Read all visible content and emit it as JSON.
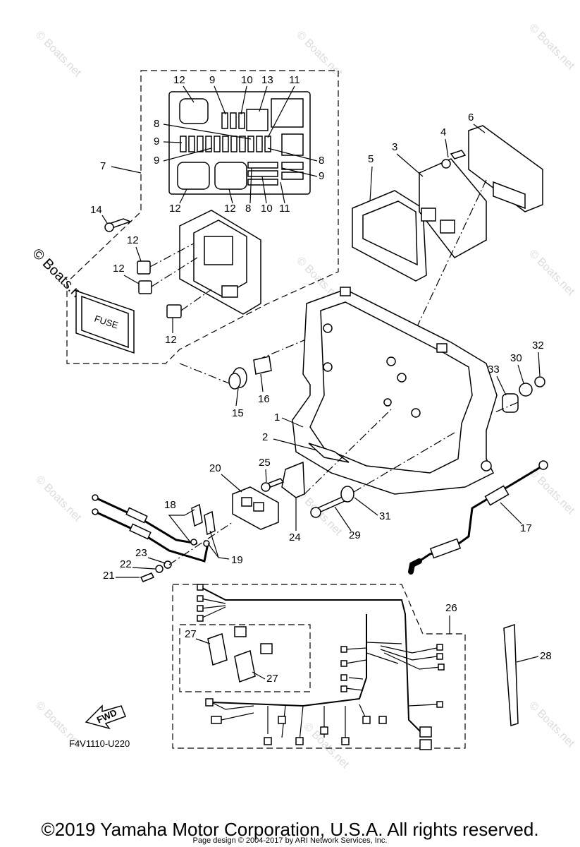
{
  "diagram": {
    "code": "F4V1110-U220",
    "fwd_label": "FWD",
    "fuse_label": "FUSE",
    "watermark": "© Boats.net",
    "callouts": [
      "1",
      "2",
      "3",
      "4",
      "5",
      "6",
      "7",
      "8",
      "9",
      "10",
      "11",
      "12",
      "13",
      "14",
      "15",
      "16",
      "17",
      "18",
      "19",
      "20",
      "21",
      "22",
      "23",
      "24",
      "25",
      "26",
      "27",
      "28",
      "29",
      "30",
      "31",
      "32",
      "33"
    ]
  },
  "footer": {
    "copyright": "©2019 Yamaha Motor Corporation, U.S.A. All rights reserved.",
    "page_design": "Page design © 2004-2017 by ARI Network Services, Inc."
  }
}
